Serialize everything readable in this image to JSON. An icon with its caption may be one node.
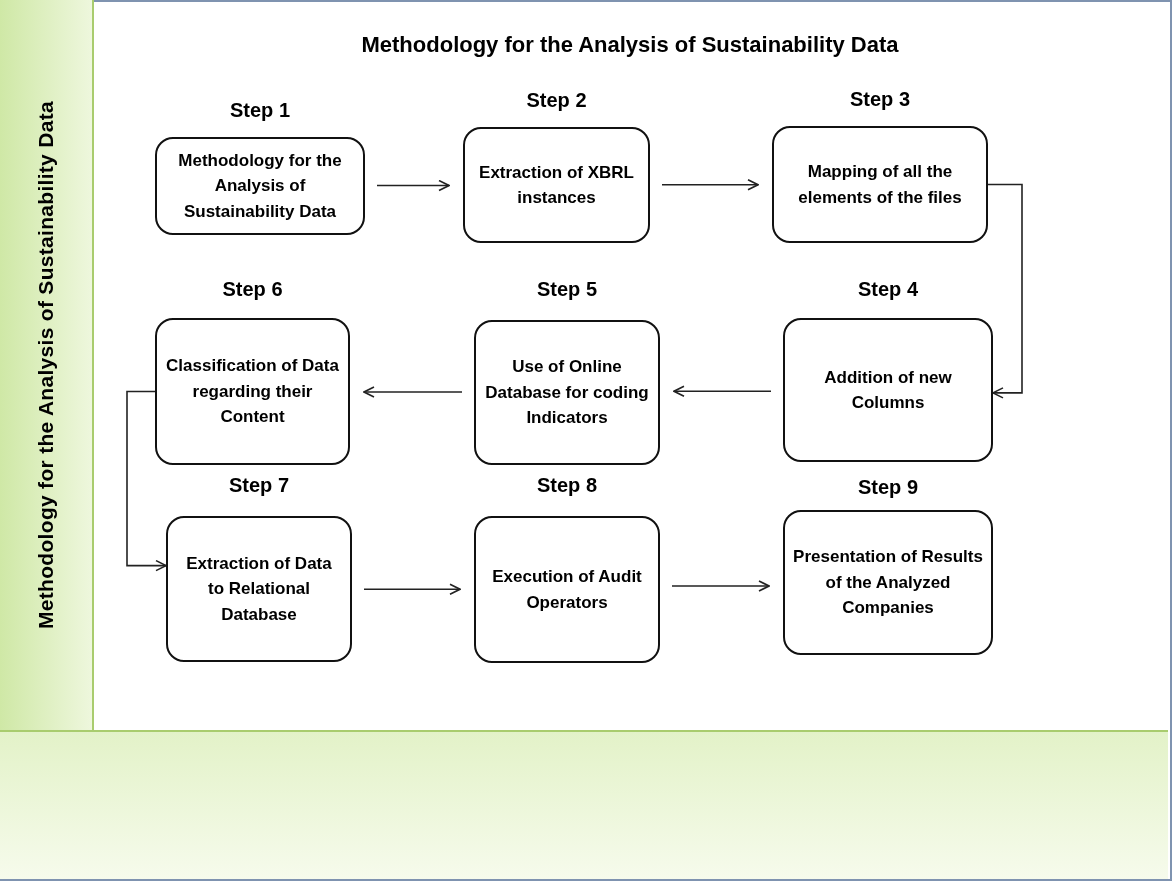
{
  "diagram": {
    "title": "Methodology for the Analysis of Sustainability Data",
    "nodes": [
      {
        "text": [
          "Methodology for the Analysis of Sustainability Data"
        ]
      },
      {
        "text": [
          "Step 1",
          "Methodology for the Analysis of Sustainability Data"
        ]
      },
      {
        "text": [
          "Step 2",
          "Extraction of XBRL instances"
        ]
      },
      {
        "text": [
          "Step 3",
          "Mapping of all the elements of the files"
        ]
      },
      {
        "text": [
          "Step 4",
          "Addition of new Columns"
        ]
      },
      {
        "text": [
          "Step 5",
          "Use of Online Database for coding Indicators"
        ]
      },
      {
        "text": [
          "Step 6",
          "Classification of Data regarding their Content"
        ]
      },
      {
        "text": [
          "Step 7",
          "Extraction of Data to Relational Database"
        ]
      },
      {
        "text": [
          "Step 8",
          "Execution of Audit Operators"
        ]
      },
      {
        "text": [
          "Step 9",
          "Presentation of Results of the Analyzed Companies"
        ]
      }
    ],
    "edges": [
      {
        "from": 1,
        "to": 2,
        "arrow": "to"
      },
      {
        "from": 2,
        "to": 3,
        "arrow": "to"
      },
      {
        "from": 3,
        "to": 4,
        "arrow": "to"
      },
      {
        "from": 4,
        "to": 5,
        "arrow": "to"
      },
      {
        "from": 5,
        "to": 6,
        "arrow": "to"
      },
      {
        "from": 6,
        "to": 7,
        "arrow": "to"
      },
      {
        "from": 7,
        "to": 8,
        "arrow": "to"
      },
      {
        "from": 8,
        "to": 9,
        "arrow": "to"
      }
    ]
  }
}
